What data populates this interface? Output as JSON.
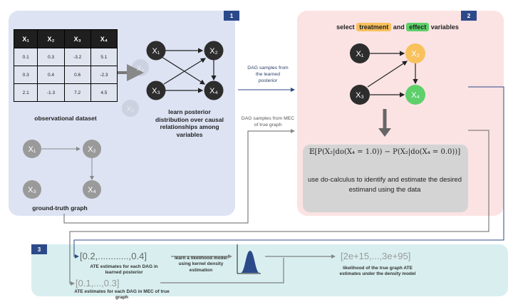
{
  "panel1": {
    "badge": "1",
    "table": {
      "headers": [
        "X₁",
        "X₂",
        "X₃",
        "X₄"
      ],
      "rows": [
        [
          "0.1",
          "0.3",
          "-3.2",
          "5.1"
        ],
        [
          "0.3",
          "0.4",
          "0.6",
          "-2.3"
        ],
        [
          "2.1",
          "-1.3",
          "7.2",
          "4.5"
        ]
      ]
    },
    "table_caption": "observational dataset",
    "posterior_caption": "learn posterior distribution over causal relationships among variables",
    "ground_truth_caption": "ground-truth graph",
    "posterior_nodes": [
      "X₁",
      "X₂",
      "X₃",
      "X₄"
    ],
    "ghost_nodes": [
      "X₁",
      "X₃"
    ],
    "gt_nodes": [
      "X₁",
      "X₂",
      "X₃",
      "X₄"
    ]
  },
  "panel2": {
    "badge": "2",
    "select_prefix": "select",
    "treatment_label": "treatment",
    "and_label": "and",
    "effect_label": "effect",
    "variables_label": "variables",
    "nodes": [
      "X₁",
      "X₂",
      "X₃",
      "X₄"
    ],
    "estimand": "𝔼[P(X₂|do(X₄ = 1.0)) − P(X₂|do(X₄ = 0.0))]",
    "docalc_text": "use do-calculus to identify and estimate the desired estimand using the data"
  },
  "links": {
    "dag_learned": "DAG samples from the learned posterior",
    "dag_mec": "DAG samples from MEC of true graph"
  },
  "panel3": {
    "badge": "3",
    "ate_learned_values": "[0.2,............,0.4]",
    "ate_learned_caption": "ATE estimates for each DAG in learned posterior",
    "ate_mec_values": "[0.1,...,0.3]",
    "ate_mec_caption": "ATE estimates for each DAG in MEC of true graph",
    "kde_caption": "learn a likelihood model using kernel density estimation",
    "likelihood_values": "[2e+15,...,3e+95]",
    "likelihood_caption": "likelihood of the true graph ATE estimates under the density model"
  },
  "colors": {
    "panel1_bg": "#dde3f3",
    "panel2_bg": "#fbe3e4",
    "panel3_bg": "#d9efef",
    "badge": "#2c4a8a",
    "node_dark": "#2d2d2d",
    "node_grey": "#9a9a9a",
    "treatment": "#f8c15c",
    "effect": "#5dd06a",
    "arrow": "#2c4a8a",
    "kde": "#2c4a8a"
  }
}
